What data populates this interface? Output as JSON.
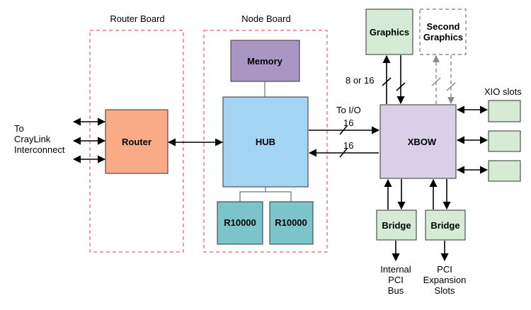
{
  "boards": {
    "router_board": "Router Board",
    "node_board": "Node Board"
  },
  "blocks": {
    "router": "Router",
    "memory": "Memory",
    "hub": "HUB",
    "cpu_1": "R10000",
    "cpu_2": "R10000",
    "xbow": "XBOW",
    "graphics": "Graphics",
    "second_graphics_line1": "Second",
    "second_graphics_line2": "Graphics",
    "bridge_1": "Bridge",
    "bridge_2": "Bridge"
  },
  "labels": {
    "craylink_line1": "To",
    "craylink_line2": "CrayLink",
    "craylink_line3": "Interconnect",
    "to_io": "To I/O",
    "width_16_top": "16",
    "width_16_bottom": "16",
    "width_8_or_16": "8 or 16",
    "xio_slots": "XIO slots",
    "internal_pci_line1": "Internal",
    "internal_pci_line2": "PCI",
    "internal_pci_line3": "Bus",
    "pci_expansion_line1": "PCI",
    "pci_expansion_line2": "Expansion",
    "pci_expansion_line3": "Slots"
  },
  "colors": {
    "router_fill": "#f8ab86",
    "memory_fill": "#a996c4",
    "hub_fill": "#a3d4f4",
    "cpu_fill": "#7bc4ca",
    "xbow_fill": "#d9cfe6",
    "green_fill": "#d6ebd6",
    "board_border": "#e06070"
  }
}
